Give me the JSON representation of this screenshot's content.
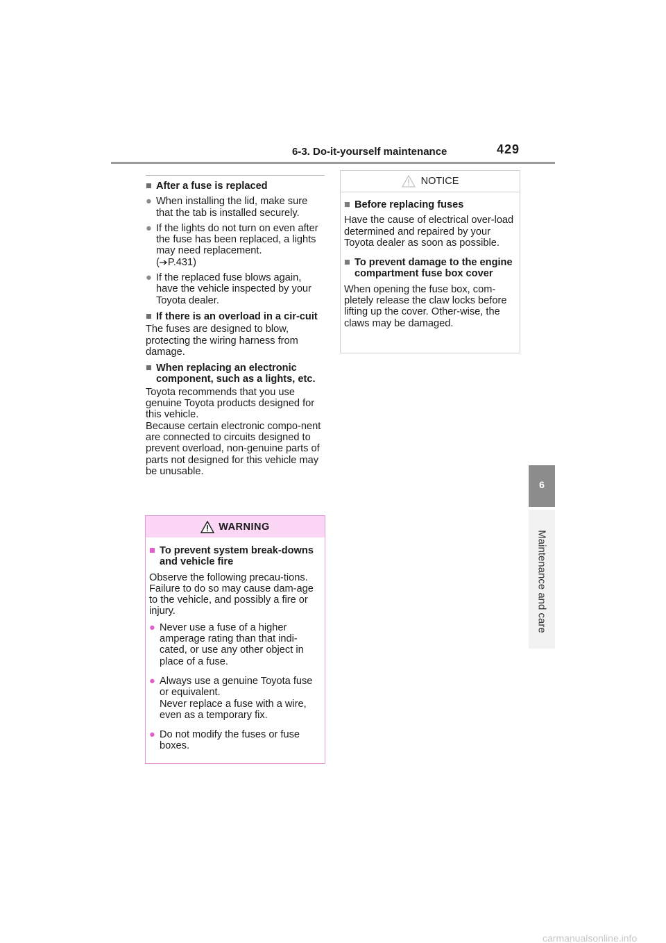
{
  "header": {
    "section": "6-3. Do-it-yourself maintenance",
    "page": "429"
  },
  "side_tab": {
    "number": "6",
    "label": "Maintenance and care"
  },
  "left": {
    "h1": "After a fuse is replaced",
    "b1": "When installing the lid, make sure that the tab is installed securely.",
    "b2a": "If the lights do not turn on even after the fuse has been replaced, a lights may need replacement.",
    "b2b": "(",
    "b2_ref": "P.431)",
    "b3": "If the replaced fuse blows again, have the vehicle inspected by your Toyota dealer.",
    "h2": "If there is an overload in a cir-cuit",
    "p1": "The fuses are designed to blow, protecting the wiring harness from damage.",
    "h3": "When replacing an electronic component, such as a lights, etc.",
    "p2": "Toyota recommends that you use genuine Toyota products designed for this vehicle.",
    "p3": "Because certain electronic compo-nent are connected to circuits designed to prevent overload, non-genuine parts of parts not designed for this vehicle may be unusable."
  },
  "warning": {
    "title": "WARNING",
    "h1": "To prevent system break-downs and vehicle fire",
    "p1": "Observe the following precau-tions.",
    "p2": "Failure to do so may cause dam-age to the vehicle, and possibly a fire or injury.",
    "b1": "Never use a fuse of a higher amperage rating than that indi-cated, or use any other object in place of a fuse.",
    "b2a": "Always use a genuine Toyota fuse or equivalent.",
    "b2b": "Never replace a fuse with a wire, even as a temporary fix.",
    "b3": "Do not modify the fuses or fuse boxes."
  },
  "notice": {
    "title": "NOTICE",
    "h1": "Before replacing fuses",
    "p1": "Have the cause of electrical over-load determined and repaired by your Toyota dealer as soon as possible.",
    "h2": "To prevent damage to the engine compartment fuse box cover",
    "p2": "When opening the fuse box, com-pletely release the claw locks before lifting up the cover. Other-wise, the claws may be damaged."
  },
  "footer": "carmanualsonline.info",
  "colors": {
    "warning_bg": "#fbd6f5",
    "warning_border": "#e39ad8",
    "tab_gray": "#8c8c8c"
  }
}
